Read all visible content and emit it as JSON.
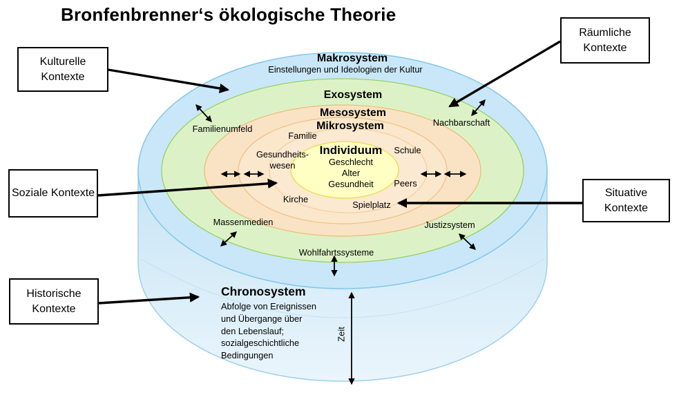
{
  "title": "Bronfenbrenner‘s ökologische Theorie",
  "context_boxes": {
    "kulturelle": "Kulturelle Kontexte",
    "raeumliche": "Räumliche Kontexte",
    "soziale": "Soziale Kontexte",
    "situative": "Situative Kontexte",
    "historische": "Historische Kontexte"
  },
  "systems": {
    "makrosystem": {
      "name": "Makrosystem",
      "subtitle": "Einstellungen und Ideologien der Kultur"
    },
    "exosystem": {
      "name": "Exosystem"
    },
    "mesosystem": {
      "name": "Mesosystem"
    },
    "mikrosystem": {
      "name": "Mikrosystem"
    },
    "individuum": {
      "name": "Individuum",
      "attributes": [
        "Geschlecht",
        "Alter",
        "Gesundheit"
      ]
    },
    "chronosystem": {
      "name": "Chronosystem",
      "description_lines": [
        "Abfolge von Ereignissen",
        "und Übergange über",
        "den Lebenslauf;",
        "sozialgeschichtliche",
        "Bedingungen"
      ]
    }
  },
  "environment_labels": {
    "familienumfeld": "Familienumfeld",
    "nachbarschaft": "Nachbarschaft",
    "familie": "Familie",
    "schule": "Schule",
    "gesundheitswesen": "Gesundheits-\nwesen",
    "peers": "Peers",
    "kirche": "Kirche",
    "spielplatz": "Spielplatz",
    "massenmedien": "Massenmedien",
    "justizsystem": "Justizsystem",
    "wohlfahrtssysteme": "Wohlfahrtssysteme"
  },
  "time_axis_label": "Zeit",
  "colors": {
    "makrosystem_fill": "#c9e7f8",
    "exosystem_fill": "#dcf2c6",
    "mesosystem_fill": "#fae3c4",
    "mikrosystem_fill": "#fae7cc",
    "inner_ring_fill": "#fbe9d1",
    "individuum_fill": "#ffffc3",
    "cylinder_fill_top": "#c6e4f5",
    "cylinder_fill_bottom": "#eaf5fc",
    "arrow_color": "#000000"
  }
}
